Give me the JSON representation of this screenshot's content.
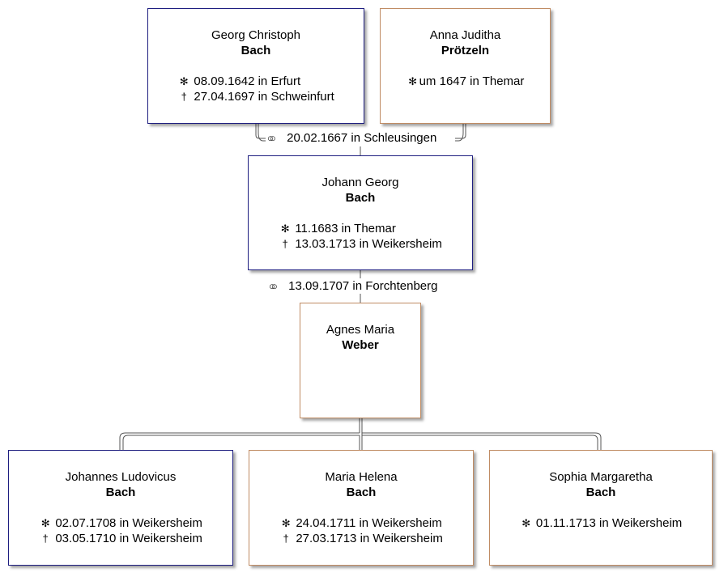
{
  "parents": {
    "father": {
      "given": "Georg Christoph",
      "surname": "Bach",
      "birth": "08.09.1642 in Erfurt",
      "death": "27.04.1697 in Schweinfurt"
    },
    "mother": {
      "given": "Anna Juditha",
      "surname": "Prötzeln",
      "birth": "um 1647 in Themar"
    },
    "marriage": "20.02.1667 in Schleusingen"
  },
  "subject": {
    "given": "Johann Georg",
    "surname": "Bach",
    "birth": "11.1683 in Themar",
    "death": "13.03.1713 in Weikersheim"
  },
  "spouse_marriage": "13.09.1707 in Forchtenberg",
  "spouse": {
    "given": "Agnes Maria",
    "surname": "Weber"
  },
  "children": [
    {
      "given": "Johannes Ludovicus",
      "surname": "Bach",
      "birth": "02.07.1708 in Weikersheim",
      "death": "03.05.1710 in Weikersheim"
    },
    {
      "given": "Maria Helena",
      "surname": "Bach",
      "birth": "24.04.1711 in Weikersheim",
      "death": "27.03.1713 in Weikersheim"
    },
    {
      "given": "Sophia Margaretha",
      "surname": "Bach",
      "birth": "01.11.1713 in Weikersheim"
    }
  ],
  "symbols": {
    "birth": "✻",
    "death": "†",
    "marriage": "○○"
  },
  "colors": {
    "male_border": "#1e1e80",
    "female_border": "#c08c64",
    "connector": "#555555"
  }
}
